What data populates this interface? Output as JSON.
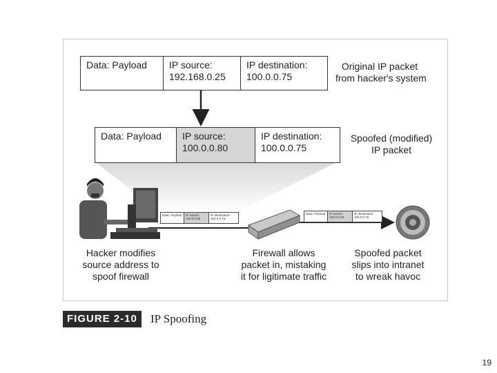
{
  "original_packet": {
    "payload": "Data: Payload",
    "source_label": "IP source:",
    "source_value": "192.168.0.25",
    "dest_label": "IP destination:",
    "dest_value": "100.0.0.75",
    "caption_line1": "Original IP packet",
    "caption_line2": "from hacker's system"
  },
  "spoofed_packet": {
    "payload": "Data: Payload",
    "source_label": "IP source:",
    "source_value": "100.0.0.80",
    "dest_label": "IP destination:",
    "dest_value": "100.0.0.75",
    "caption_line1": "Spoofed (modified)",
    "caption_line2": "IP packet"
  },
  "small_packet_left": {
    "payload": "Data: Payload",
    "source": "IP source: 100.0.0.80",
    "dest": "IP destination: 100.0.0.75"
  },
  "small_packet_right": {
    "payload": "Data: Payload",
    "source": "IP source: 100.0.0.80",
    "dest": "IP destination: 100.0.0.75"
  },
  "captions": {
    "hacker": [
      "Hacker modifies",
      "source address to",
      "spoof firewall"
    ],
    "firewall": [
      "Firewall allows",
      "packet in, mistaking",
      "it for ligitimate traffic"
    ],
    "intranet": [
      "Spoofed packet",
      "slips into intranet",
      "to wreak havoc"
    ]
  },
  "figure": {
    "label": "FIGURE 2-10",
    "title": "IP Spoofing"
  },
  "page_number": "19",
  "colors": {
    "line": "#222222",
    "shaded_cell": "#d6d6d6",
    "funnel_top": "#d9d9d9",
    "funnel_bottom": "#ffffff",
    "label_bg": "#2b2b2b"
  }
}
